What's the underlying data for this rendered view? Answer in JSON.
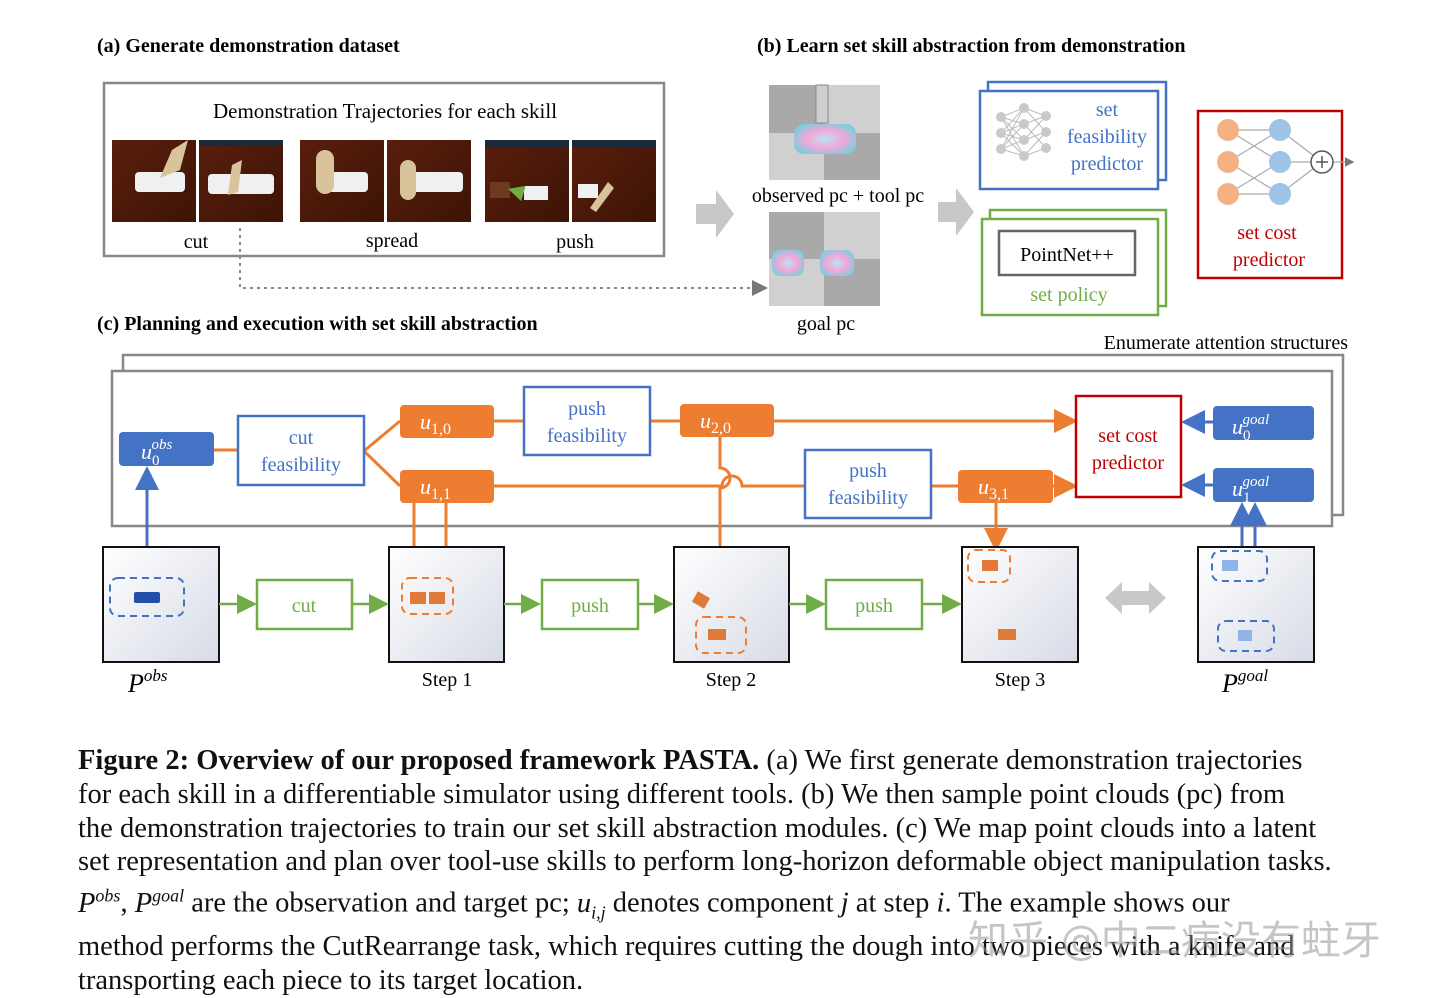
{
  "panels": {
    "a_title": "(a) Generate demonstration dataset",
    "b_title": "(b) Learn set skill abstraction from demonstration",
    "c_title": "(c) Planning and execution with set skill abstraction"
  },
  "panel_a": {
    "box_title": "Demonstration Trajectories for each skill",
    "skills": [
      "cut",
      "spread",
      "push"
    ]
  },
  "panel_b": {
    "observed_label": "observed pc + tool pc",
    "goal_label": "goal pc",
    "feasibility_label_1": "set",
    "feasibility_label_2": "feasibility",
    "feasibility_label_3": "predictor",
    "pointnet_label": "PointNet++",
    "policy_label": "set policy",
    "cost_label_1": "set cost",
    "cost_label_2": "predictor"
  },
  "panel_c": {
    "enumerate_label": "Enumerate attention structures",
    "u_obs_base": "u",
    "u_obs_sub": "0",
    "u_obs_sup": "obs",
    "cut_feas_1": "cut",
    "cut_feas_2": "feasibility",
    "u10": "1,0",
    "u11": "1,1",
    "u20": "2,0",
    "u31": "3,1",
    "push_feas_1a": "push",
    "push_feas_1b": "feasibility",
    "push_feas_2a": "push",
    "push_feas_2b": "feasibility",
    "cost_1": "set cost",
    "cost_2": "predictor",
    "ug0_sub": "0",
    "ug1_sub": "1",
    "ug_sup": "goal",
    "action_cut": "cut",
    "action_push_1": "push",
    "action_push_2": "push",
    "p_obs_sup": "obs",
    "p_goal_sup": "goal",
    "step1": "Step 1",
    "step2": "Step 2",
    "step3": "Step 3"
  },
  "caption": {
    "lead": "Figure 2: Overview of our proposed framework PASTA.",
    "line1_rest": " (a) We first generate demonstration trajectories",
    "line2": "for each skill in a differentiable simulator using different tools.  (b) We then sample point clouds (pc) from",
    "line3": "the demonstration trajectories to train our set skill abstraction modules. (c) We map point clouds into a latent",
    "line4": "set representation and plan over tool-use skills to perform long-horizon deformable object manipulation tasks.",
    "line5_mid": " are the observation and target pc; ",
    "line5_rest": " denotes component ",
    "line5_j": "j",
    "line5_at": " at step ",
    "line5_i": "i",
    "line5_end": ".  The example shows our",
    "line6": "method performs the CutRearrange task, which requires cutting the dough into two pieces with a knife and",
    "line7": "transporting each piece to its target location."
  },
  "watermark": "知乎 @中二病没有蛀牙",
  "colors": {
    "blue": "#4472c4",
    "orange": "#ed7d31",
    "green": "#70ad47",
    "red": "#c00000",
    "gray": "#888888"
  }
}
